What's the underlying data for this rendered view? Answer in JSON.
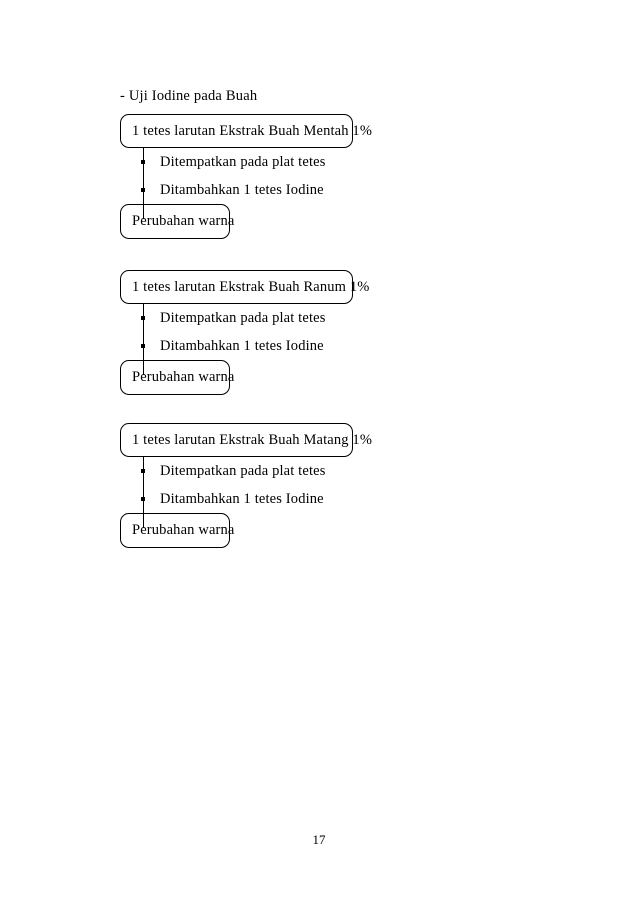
{
  "document": {
    "page_number": "17",
    "section_heading": "- Uji Iodine pada Buah",
    "groups": [
      {
        "header": "1 tetes larutan  Ekstrak  Buah Mentah  1%",
        "steps": [
          "Ditempatkan  pada plat  tetes",
          "Ditambahkan  1 tetes Iodine"
        ],
        "result": "Perubahan  warna"
      },
      {
        "header": "1 tetes larutan  Ekstrak  Buah Ranum  1%",
        "steps": [
          "Ditempatkan  pada plat  tetes",
          "Ditambahkan  1 tetes Iodine"
        ],
        "result": "Perubahan  warna"
      },
      {
        "header": "1 tetes larutan  Ekstrak  Buah Matang  1%",
        "steps": [
          "Ditempatkan  pada plat  tetes",
          "Ditambahkan  1 tetes Iodine"
        ],
        "result": "Perubahan  warna"
      }
    ]
  }
}
